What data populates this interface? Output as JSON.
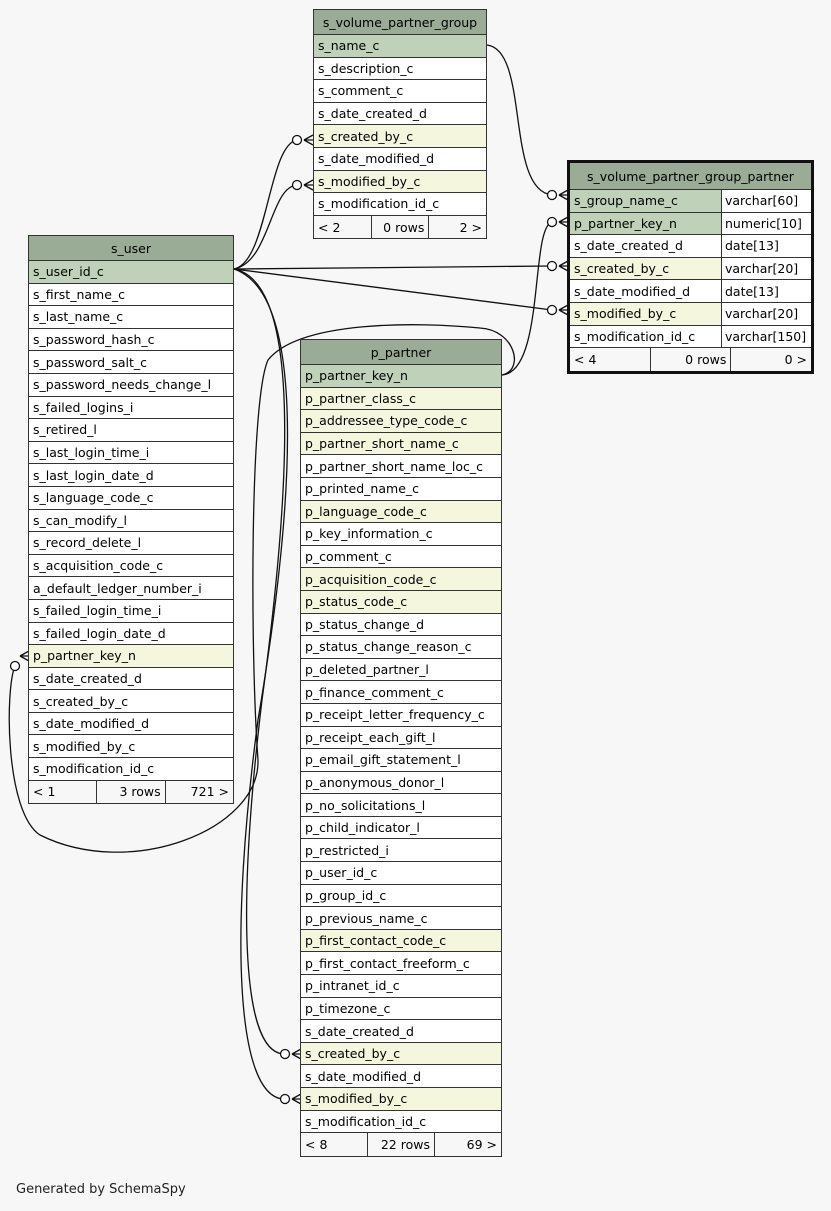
{
  "tables": {
    "s_volume_partner_group": {
      "title": "s_volume_partner_group",
      "columns": [
        {
          "name": "s_name_c",
          "kind": "pk"
        },
        {
          "name": "s_description_c",
          "kind": ""
        },
        {
          "name": "s_comment_c",
          "kind": ""
        },
        {
          "name": "s_date_created_d",
          "kind": ""
        },
        {
          "name": "s_created_by_c",
          "kind": "fk"
        },
        {
          "name": "s_date_modified_d",
          "kind": ""
        },
        {
          "name": "s_modified_by_c",
          "kind": "fk"
        },
        {
          "name": "s_modification_id_c",
          "kind": ""
        }
      ],
      "footer": [
        "< 2",
        "0 rows",
        "2 >"
      ]
    },
    "s_volume_partner_group_partner": {
      "title": "s_volume_partner_group_partner",
      "columns": [
        {
          "name": "s_group_name_c",
          "kind": "pk",
          "type": "varchar[60]"
        },
        {
          "name": "p_partner_key_n",
          "kind": "pk",
          "type": "numeric[10]"
        },
        {
          "name": "s_date_created_d",
          "kind": "",
          "type": "date[13]"
        },
        {
          "name": "s_created_by_c",
          "kind": "fk",
          "type": "varchar[20]"
        },
        {
          "name": "s_date_modified_d",
          "kind": "",
          "type": "date[13]"
        },
        {
          "name": "s_modified_by_c",
          "kind": "fk",
          "type": "varchar[20]"
        },
        {
          "name": "s_modification_id_c",
          "kind": "",
          "type": "varchar[150]"
        }
      ],
      "footer": [
        "< 4",
        "0 rows",
        "0 >"
      ]
    },
    "s_user": {
      "title": "s_user",
      "columns": [
        {
          "name": "s_user_id_c",
          "kind": "pk"
        },
        {
          "name": "s_first_name_c",
          "kind": ""
        },
        {
          "name": "s_last_name_c",
          "kind": ""
        },
        {
          "name": "s_password_hash_c",
          "kind": ""
        },
        {
          "name": "s_password_salt_c",
          "kind": ""
        },
        {
          "name": "s_password_needs_change_l",
          "kind": ""
        },
        {
          "name": "s_failed_logins_i",
          "kind": ""
        },
        {
          "name": "s_retired_l",
          "kind": ""
        },
        {
          "name": "s_last_login_time_i",
          "kind": ""
        },
        {
          "name": "s_last_login_date_d",
          "kind": ""
        },
        {
          "name": "s_language_code_c",
          "kind": ""
        },
        {
          "name": "s_can_modify_l",
          "kind": ""
        },
        {
          "name": "s_record_delete_l",
          "kind": ""
        },
        {
          "name": "s_acquisition_code_c",
          "kind": ""
        },
        {
          "name": "a_default_ledger_number_i",
          "kind": ""
        },
        {
          "name": "s_failed_login_time_i",
          "kind": ""
        },
        {
          "name": "s_failed_login_date_d",
          "kind": ""
        },
        {
          "name": "p_partner_key_n",
          "kind": "fk"
        },
        {
          "name": "s_date_created_d",
          "kind": ""
        },
        {
          "name": "s_created_by_c",
          "kind": ""
        },
        {
          "name": "s_date_modified_d",
          "kind": ""
        },
        {
          "name": "s_modified_by_c",
          "kind": ""
        },
        {
          "name": "s_modification_id_c",
          "kind": ""
        }
      ],
      "footer": [
        "< 1",
        "3 rows",
        "721 >"
      ]
    },
    "p_partner": {
      "title": "p_partner",
      "columns": [
        {
          "name": "p_partner_key_n",
          "kind": "pk"
        },
        {
          "name": "p_partner_class_c",
          "kind": "fk"
        },
        {
          "name": "p_addressee_type_code_c",
          "kind": "fk"
        },
        {
          "name": "p_partner_short_name_c",
          "kind": "fk"
        },
        {
          "name": "p_partner_short_name_loc_c",
          "kind": ""
        },
        {
          "name": "p_printed_name_c",
          "kind": ""
        },
        {
          "name": "p_language_code_c",
          "kind": "fk"
        },
        {
          "name": "p_key_information_c",
          "kind": ""
        },
        {
          "name": "p_comment_c",
          "kind": ""
        },
        {
          "name": "p_acquisition_code_c",
          "kind": "fk"
        },
        {
          "name": "p_status_code_c",
          "kind": "fk"
        },
        {
          "name": "p_status_change_d",
          "kind": ""
        },
        {
          "name": "p_status_change_reason_c",
          "kind": ""
        },
        {
          "name": "p_deleted_partner_l",
          "kind": ""
        },
        {
          "name": "p_finance_comment_c",
          "kind": ""
        },
        {
          "name": "p_receipt_letter_frequency_c",
          "kind": ""
        },
        {
          "name": "p_receipt_each_gift_l",
          "kind": ""
        },
        {
          "name": "p_email_gift_statement_l",
          "kind": ""
        },
        {
          "name": "p_anonymous_donor_l",
          "kind": ""
        },
        {
          "name": "p_no_solicitations_l",
          "kind": ""
        },
        {
          "name": "p_child_indicator_l",
          "kind": ""
        },
        {
          "name": "p_restricted_i",
          "kind": ""
        },
        {
          "name": "p_user_id_c",
          "kind": ""
        },
        {
          "name": "p_group_id_c",
          "kind": ""
        },
        {
          "name": "p_previous_name_c",
          "kind": ""
        },
        {
          "name": "p_first_contact_code_c",
          "kind": "fk"
        },
        {
          "name": "p_first_contact_freeform_c",
          "kind": ""
        },
        {
          "name": "p_intranet_id_c",
          "kind": ""
        },
        {
          "name": "p_timezone_c",
          "kind": ""
        },
        {
          "name": "s_date_created_d",
          "kind": ""
        },
        {
          "name": "s_created_by_c",
          "kind": "fk"
        },
        {
          "name": "s_date_modified_d",
          "kind": ""
        },
        {
          "name": "s_modified_by_c",
          "kind": "fk"
        },
        {
          "name": "s_modification_id_c",
          "kind": ""
        }
      ],
      "footer": [
        "< 8",
        "22 rows",
        "69 >"
      ]
    }
  },
  "credit": "Generated by SchemaSpy"
}
